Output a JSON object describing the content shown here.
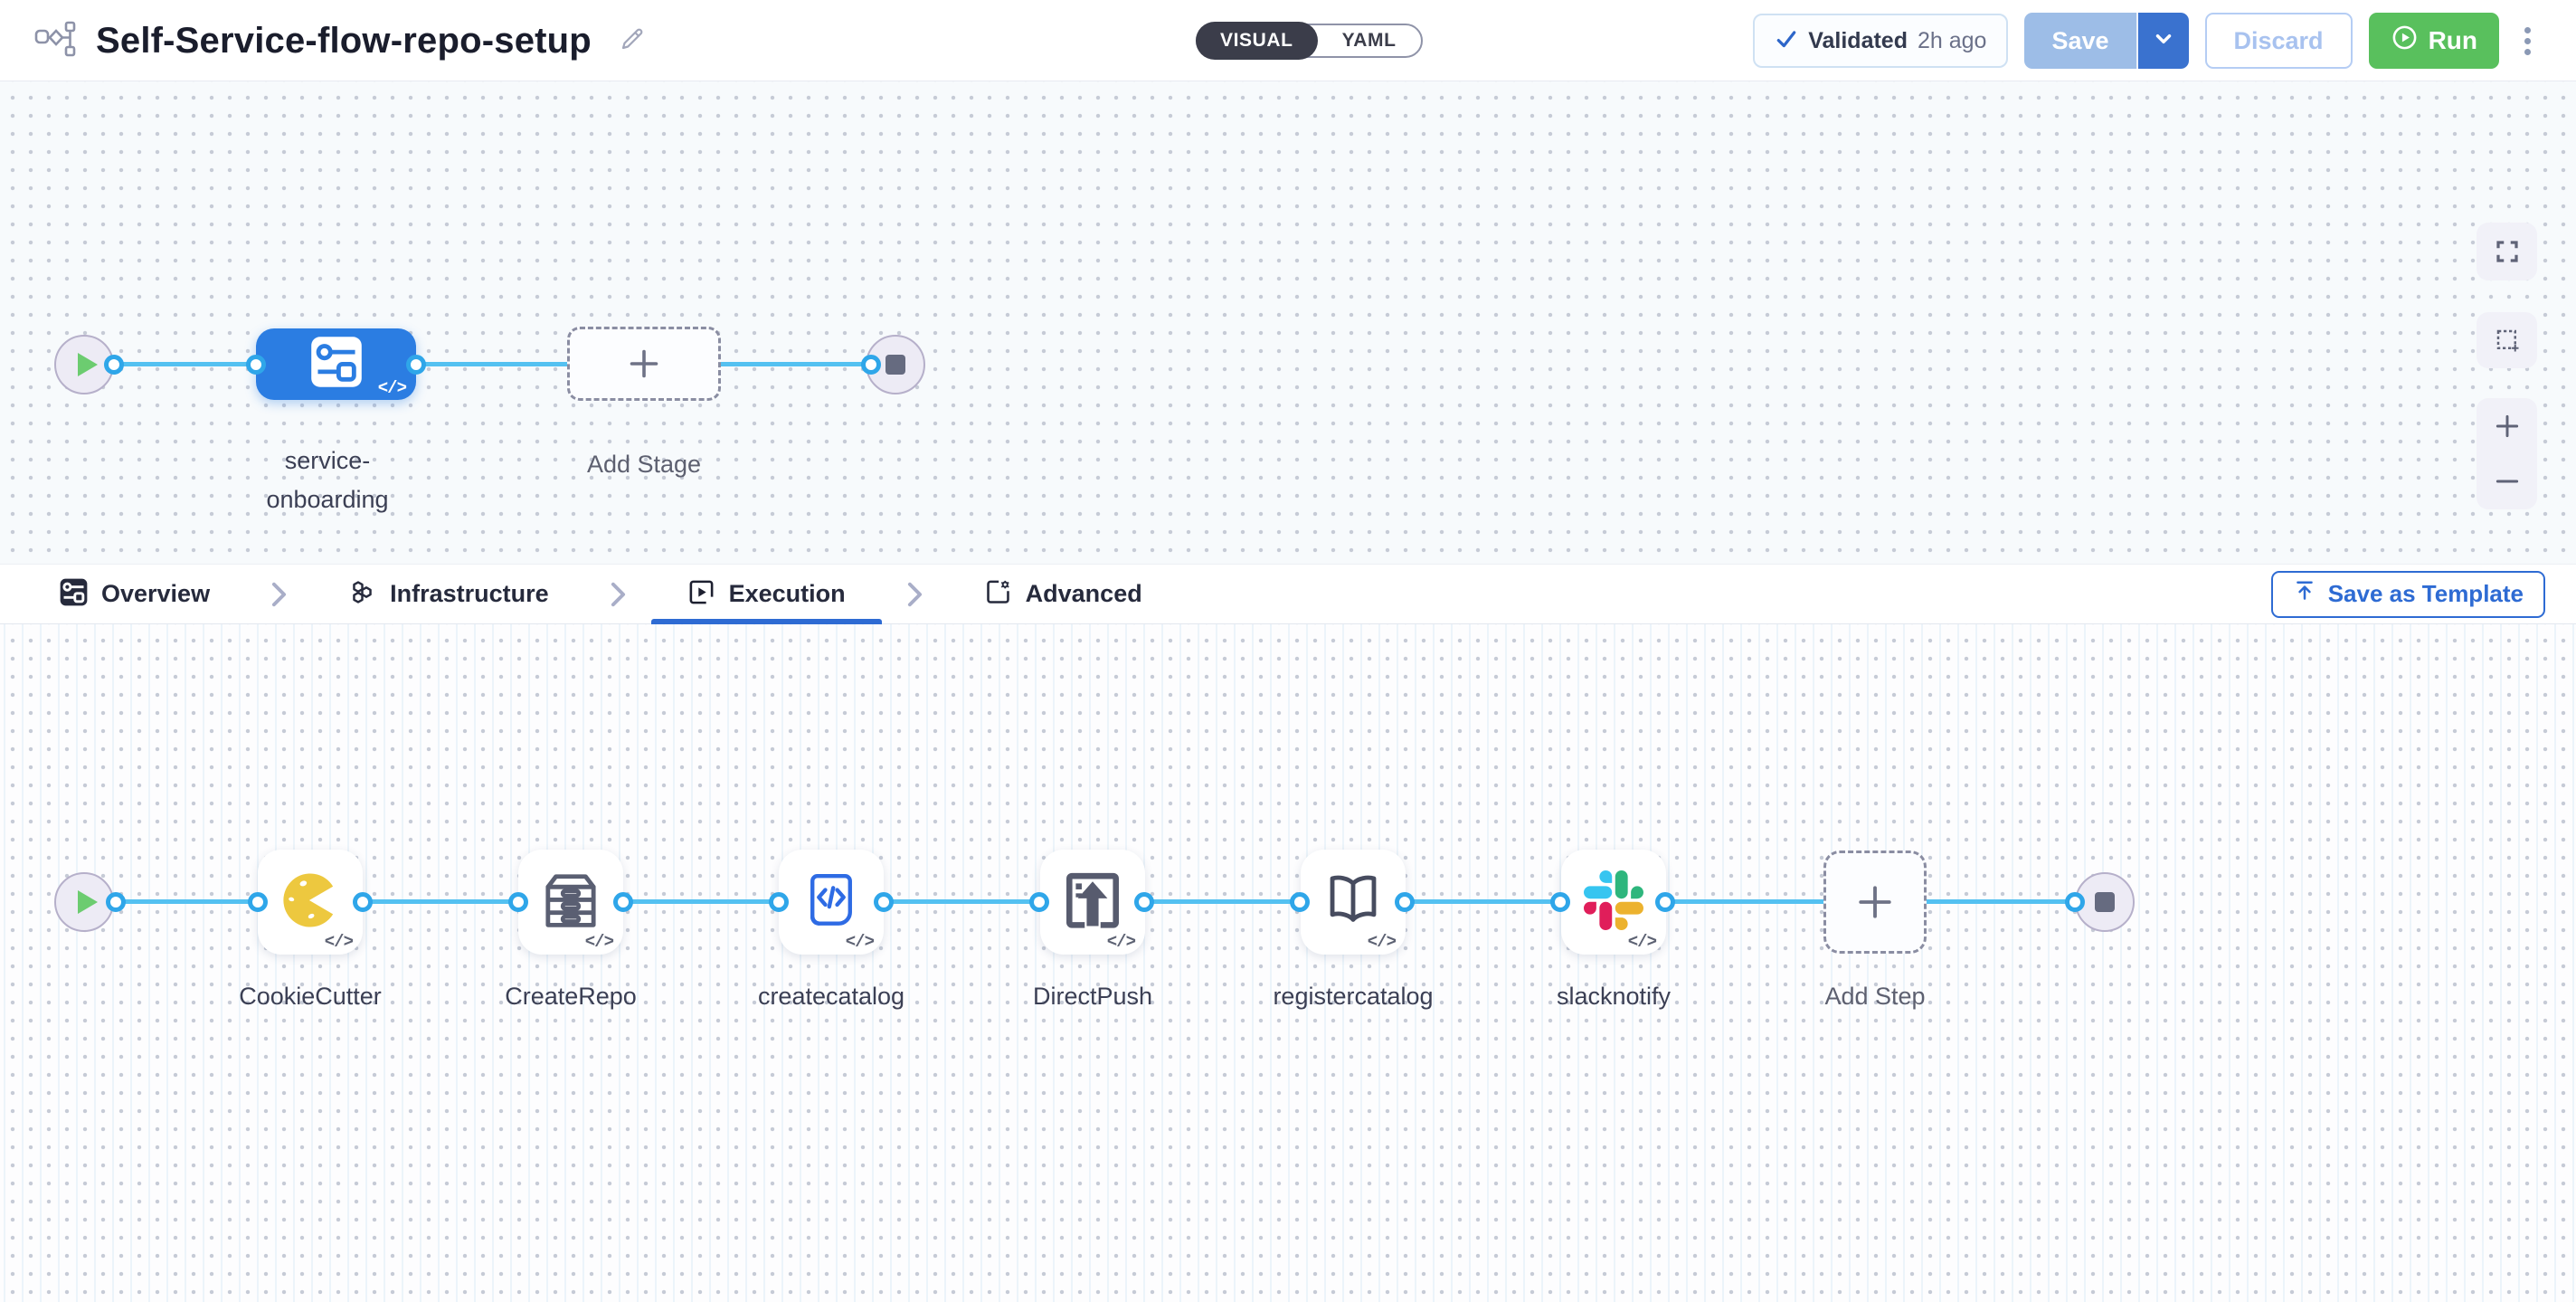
{
  "header": {
    "title": "Self-Service-flow-repo-setup",
    "mode": {
      "visual": "VISUAL",
      "yaml": "YAML",
      "selected": "VISUAL"
    },
    "validated": {
      "label": "Validated",
      "time": "2h ago"
    },
    "save_label": "Save",
    "discard_label": "Discard",
    "run_label": "Run"
  },
  "stage_canvas": {
    "stage_label": "service-onboarding",
    "add_stage_label": "Add Stage"
  },
  "tabs": {
    "items": [
      {
        "label": "Overview",
        "icon": "overview-stage-icon",
        "active": false
      },
      {
        "label": "Infrastructure",
        "icon": "infrastructure-hexagons-icon",
        "active": false
      },
      {
        "label": "Execution",
        "icon": "execution-play-icon",
        "active": true
      },
      {
        "label": "Advanced",
        "icon": "advanced-doc-gear-icon",
        "active": false
      }
    ],
    "save_as_template": "Save as Template"
  },
  "execution_canvas": {
    "steps": [
      {
        "name": "CookieCutter",
        "icon": "cookiecutter-icon"
      },
      {
        "name": "CreateRepo",
        "icon": "createrepo-drawers-icon"
      },
      {
        "name": "createcatalog",
        "icon": "createcatalog-scroll-code-icon"
      },
      {
        "name": "DirectPush",
        "icon": "directpush-upload-icon"
      },
      {
        "name": "registercatalog",
        "icon": "registercatalog-book-icon"
      },
      {
        "name": "slacknotify",
        "icon": "slack-icon"
      }
    ],
    "add_step_label": "Add Step"
  },
  "labels": {
    "code_badge": "</>"
  },
  "icons": {
    "header_left": "pipeline-flow-icon",
    "edit": "pencil-icon",
    "validated": "check-icon",
    "save_caret": "chevron-down-icon",
    "run": "play-circle-icon",
    "more": "kebab-menu-icon",
    "canvas_controls": [
      "fit-view-icon",
      "marquee-select-icon",
      "zoom-in-icon",
      "zoom-out-icon"
    ],
    "template": "upload-icon",
    "tab_separator": "chevron-right-icon"
  },
  "colors": {
    "accent_blue": "#2e6bd3",
    "stage_blue": "#2b7de2",
    "connector_blue": "#54c1f1",
    "port_ring": "#2fa6e9",
    "run_green": "#59c05d",
    "save_muted": "#9dbde7",
    "toggle_dark": "#3b3d4a",
    "slack": [
      "#36C5F0",
      "#2EB67D",
      "#E01E5A",
      "#ECB22E"
    ],
    "cookie_yellow": "#edc83f"
  }
}
